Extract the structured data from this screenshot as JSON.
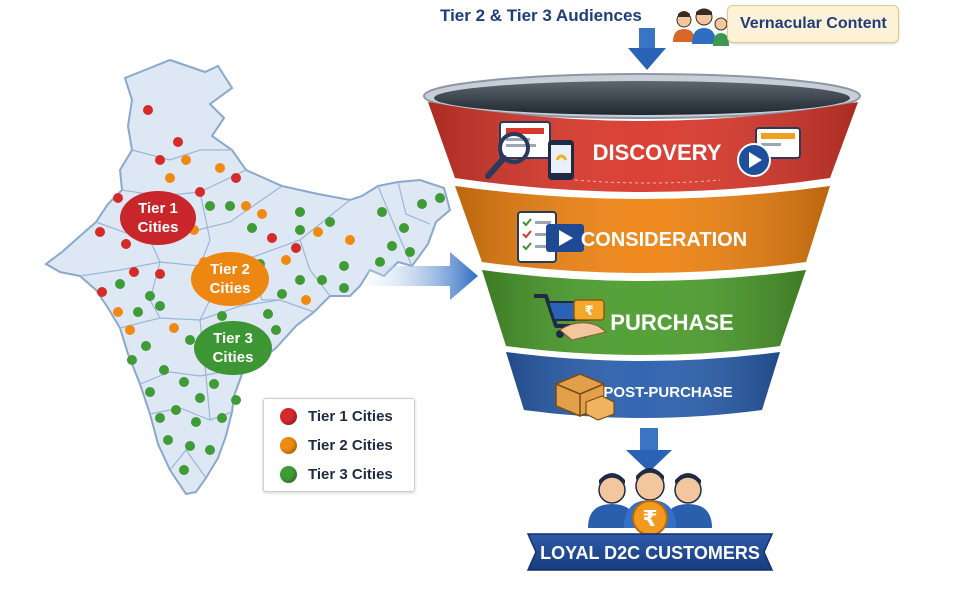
{
  "header": {
    "audiences_label": "Tier 2 & Tier 3 Audiences",
    "vernacular_label": "Vernacular Content"
  },
  "map": {
    "region_labels": {
      "tier1": [
        "Tier 1",
        "Cities"
      ],
      "tier2": [
        "Tier 2",
        "Cities"
      ],
      "tier3": [
        "Tier 3",
        "Cities"
      ]
    },
    "colors": {
      "tier1": "#d42a2a",
      "tier2": "#f08a12",
      "tier3": "#3f9b35",
      "land": "#dde8f4",
      "border": "#8aa8cc"
    }
  },
  "legend": {
    "items": [
      {
        "label": "Tier 1 Cities",
        "color": "#d42a2a"
      },
      {
        "label": "Tier 2 Cities",
        "color": "#f08a12"
      },
      {
        "label": "Tier 3 Cities",
        "color": "#3f9b35"
      }
    ]
  },
  "funnel": {
    "stages": [
      {
        "label": "DISCOVERY",
        "color": "#d9372b",
        "icon": "magnifier-phone-icon"
      },
      {
        "label": "CONSIDERATION",
        "color": "#ee8312",
        "icon": "checklist-video-icon"
      },
      {
        "label": "PURCHASE",
        "color": "#4c9d2d",
        "icon": "cart-payment-icon"
      },
      {
        "label": "POST-PURCHASE",
        "color": "#2a5fad",
        "icon": "delivery-box-icon"
      }
    ],
    "result_label": "LOYAL D2C CUSTOMERS",
    "currency_symbol": "₹"
  }
}
